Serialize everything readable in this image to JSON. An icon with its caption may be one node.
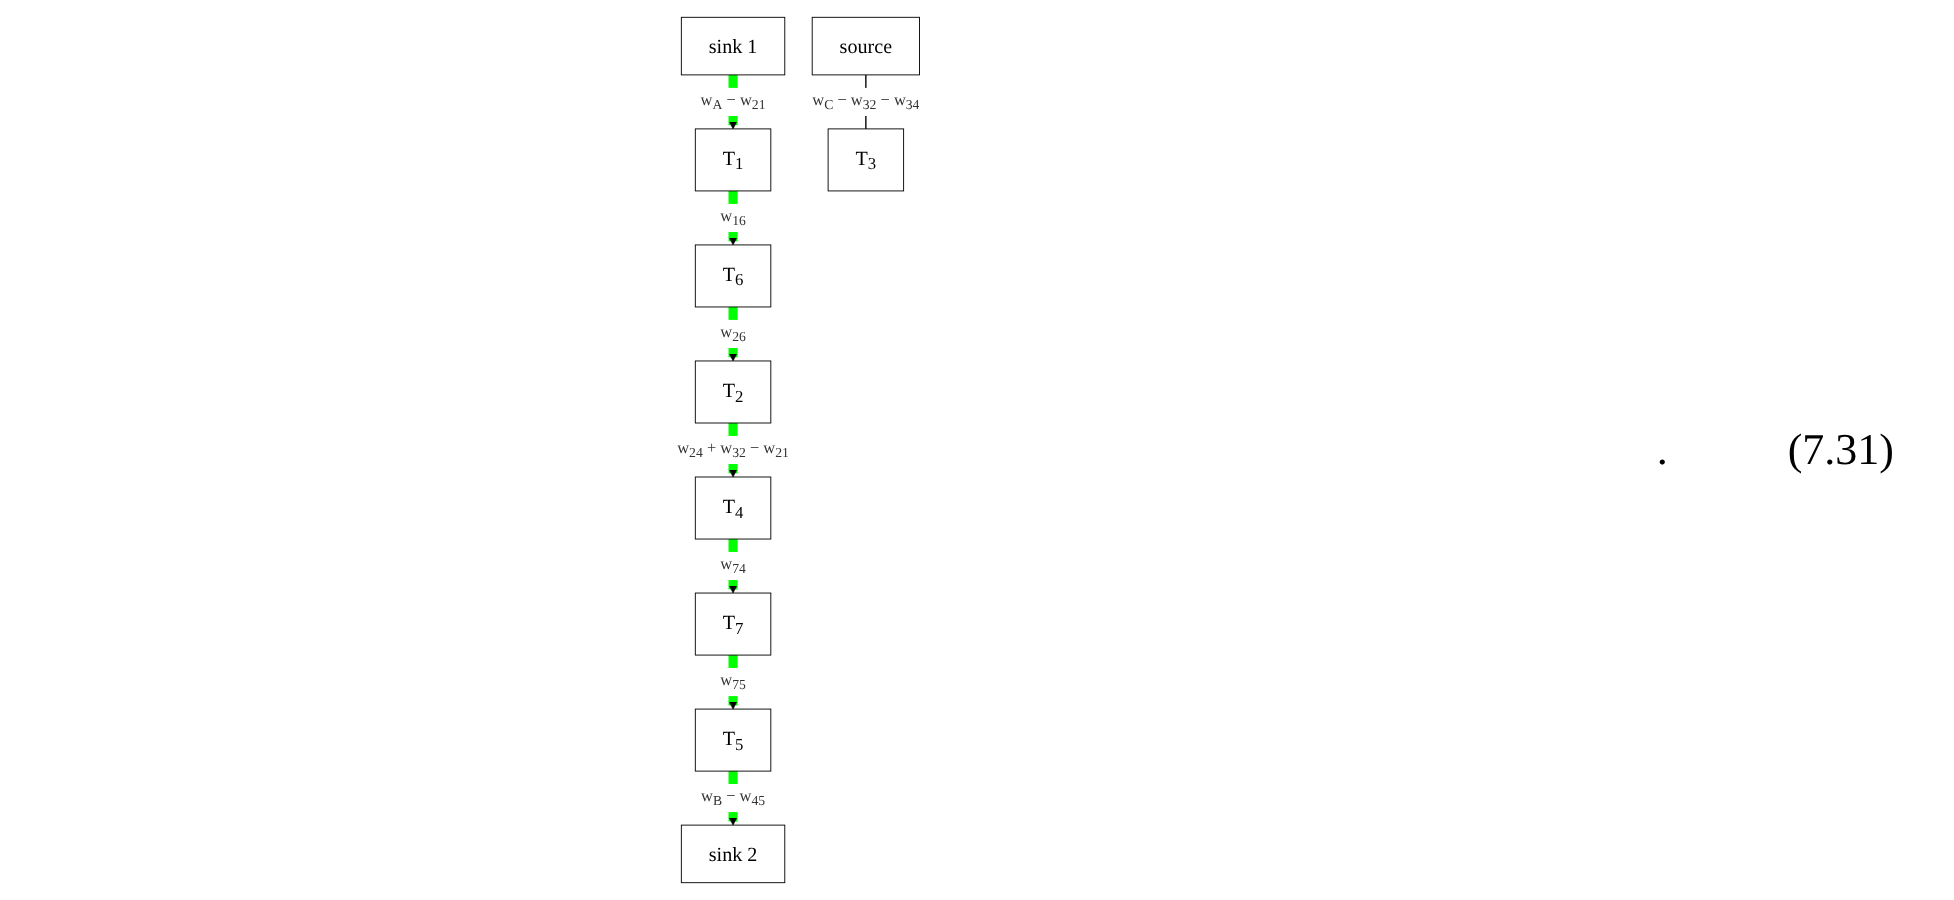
{
  "diagram": {
    "nodes": [
      {
        "text": [
          "T$_{6}$"
        ]
      },
      {
        "text": [
          "T$_{2}$"
        ]
      },
      {
        "text": [
          "T$_{1}$"
        ]
      },
      {
        "text": [
          "sink 1"
        ]
      },
      {
        "text": [
          "source"
        ]
      },
      {
        "text": [
          "T$_{3}$"
        ]
      },
      {
        "text": [
          "T$_{4}$"
        ]
      },
      {
        "text": [
          "T$_{5}$"
        ]
      },
      {
        "text": [
          "sink 2"
        ]
      },
      {
        "text": [
          "T$_{7}$"
        ]
      }
    ],
    "edges": [
      {
        "from": 0,
        "to": 1,
        "arrow": "to",
        "label": "w$_{26}$"
      },
      {
        "from": 2,
        "to": 0,
        "arrow": "to",
        "label": "w$_{16}$"
      },
      {
        "from": 3,
        "to": 2,
        "arrow": "to",
        "label": "w$_{A}$ − w$_{21}$"
      },
      {
        "from": 4,
        "to": 5,
        "arrow": "none",
        "label": "w$_{C}$ − w$_{32}$ − w$_{34}$",
        "color": "#000000"
      },
      {
        "from": 1,
        "to": 6,
        "arrow": "to",
        "label": "w$_{24}$ + w$_{32}$ − w$_{21}$"
      },
      {
        "from": 7,
        "to": 8,
        "arrow": "to",
        "label": "w$_{B}$ − w$_{45}$"
      },
      {
        "from": 6,
        "to": 9,
        "arrow": "to",
        "label": "w$_{74}$"
      },
      {
        "from": 9,
        "to": 7,
        "arrow": "to",
        "label": "w$_{75}$"
      }
    ],
    "labels": [
      ".",
      "(7.31)"
    ]
  }
}
